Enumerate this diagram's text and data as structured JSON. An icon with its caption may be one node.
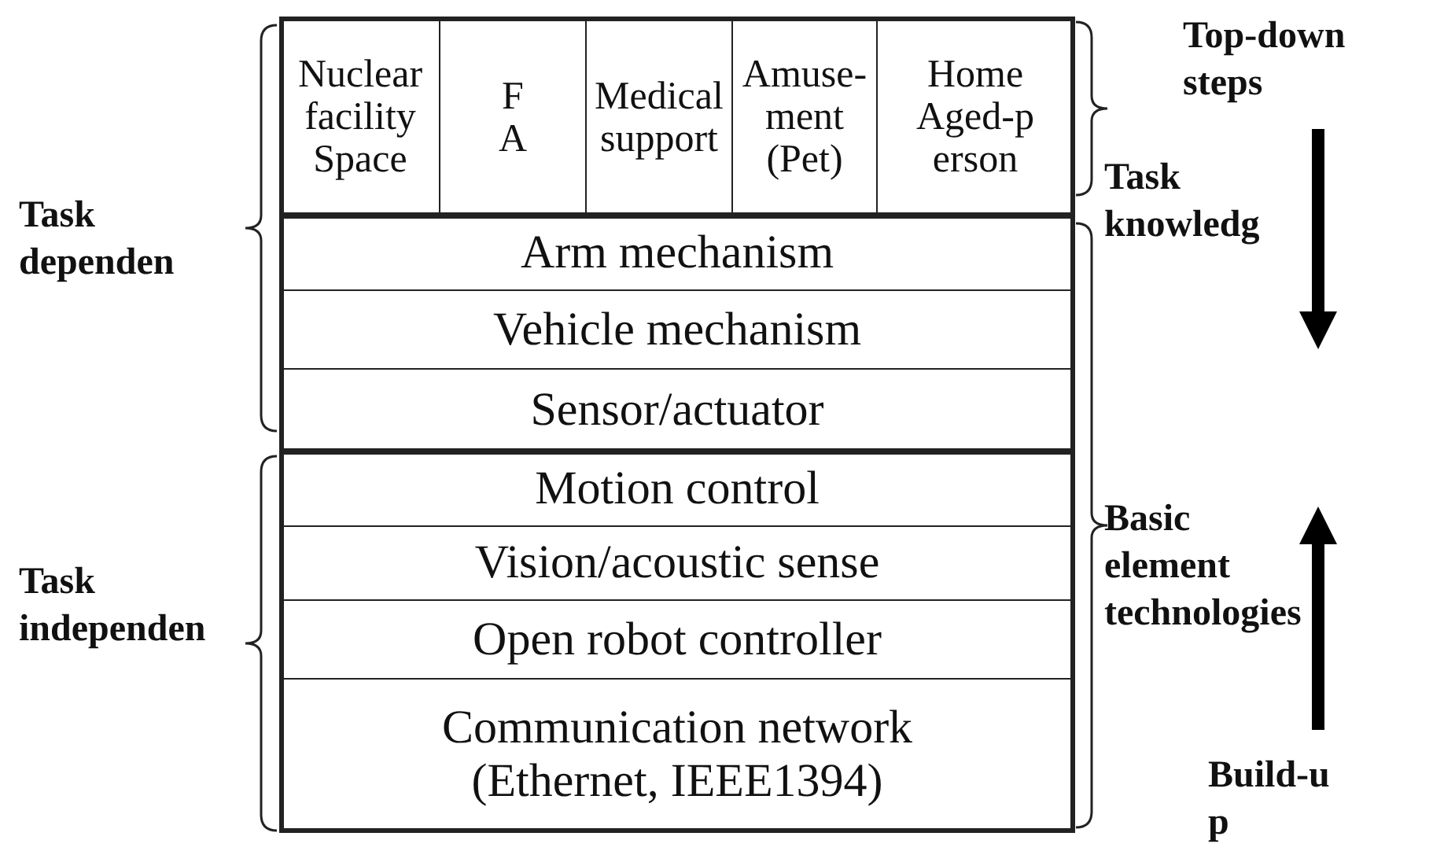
{
  "diagram": {
    "nodes": [
      {
        "text": [
          "Nuclear facility Space"
        ]
      },
      {
        "text": [
          "F A"
        ]
      },
      {
        "text": [
          "Medical support"
        ]
      },
      {
        "text": [
          "Amuse- ment (Pet)"
        ]
      },
      {
        "text": [
          "Home Aged-p erson"
        ]
      },
      {
        "text": [
          "Arm mechanism"
        ]
      },
      {
        "text": [
          "Vehicle mechanism"
        ]
      },
      {
        "text": [
          "Sensor/actuator"
        ]
      },
      {
        "text": [
          "Motion control"
        ]
      },
      {
        "text": [
          "Vision/acoustic sense"
        ]
      },
      {
        "text": [
          "Open robot controller"
        ]
      },
      {
        "text": [
          "Communication network (Ethernet, IEEE1394)"
        ]
      }
    ],
    "labels": [
      "Task dependen",
      "Task independen",
      "Task knowledg",
      "Basic element technologies",
      "Top-down steps",
      "Build-u p"
    ]
  }
}
